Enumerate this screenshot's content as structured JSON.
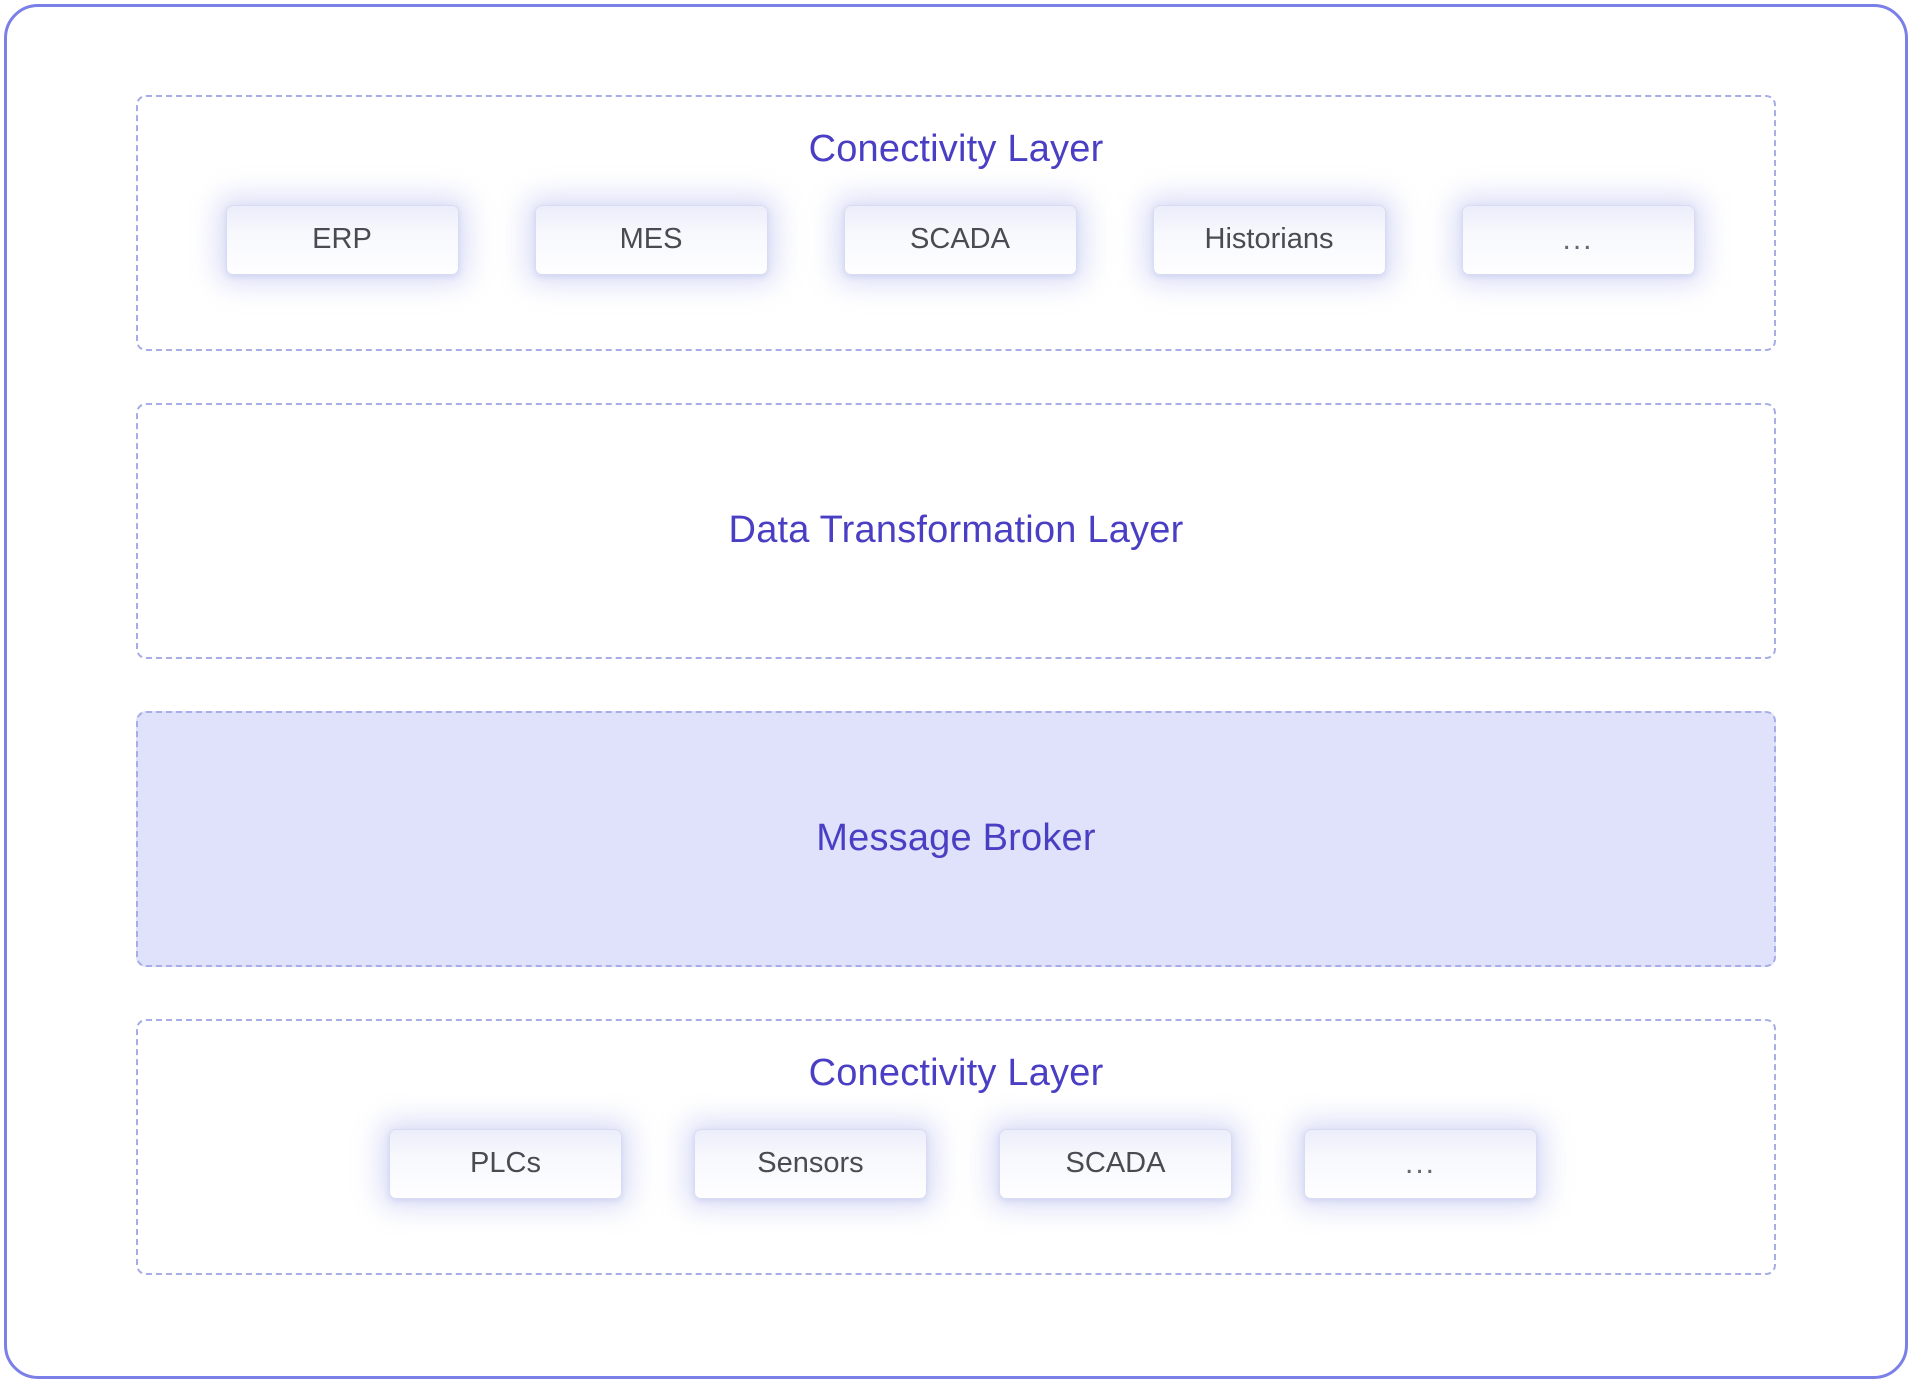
{
  "diagram": {
    "layers": [
      {
        "id": "connectivity-top",
        "title": "Conectivity Layer",
        "filled": false,
        "chips": [
          {
            "label": "ERP"
          },
          {
            "label": "MES"
          },
          {
            "label": "SCADA"
          },
          {
            "label": "Historians"
          },
          {
            "label": "..."
          }
        ]
      },
      {
        "id": "data-transformation",
        "title": "Data Transformation Layer",
        "filled": false,
        "chips": []
      },
      {
        "id": "message-broker",
        "title": "Message Broker",
        "filled": true,
        "chips": []
      },
      {
        "id": "connectivity-bottom",
        "title": "Conectivity Layer",
        "filled": false,
        "chips": [
          {
            "label": "PLCs"
          },
          {
            "label": "Sensors"
          },
          {
            "label": "SCADA"
          },
          {
            "label": "..."
          }
        ]
      }
    ]
  },
  "colors": {
    "card_border": "#7B7FE8",
    "panel_dashed_border": "#A7ADE7",
    "title_text": "#4A3FC4",
    "chip_text": "#4A4A52",
    "message_broker_fill": "#DFE2FA",
    "background": "#FFFFFF"
  }
}
